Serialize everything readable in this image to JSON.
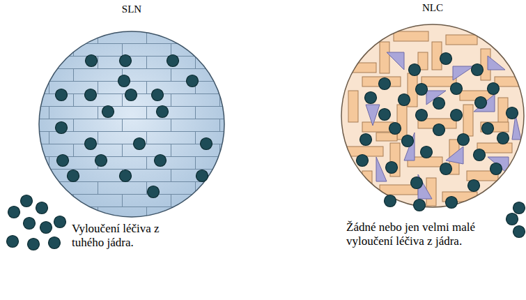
{
  "diagram": {
    "nodes": [
      {
        "text": [
          "SLN"
        ]
      },
      {
        "text": [
          "NLC"
        ]
      }
    ],
    "labels": [
      "Vyloučení léčiva z tuhého jádra.",
      "Žádné nebo jen velmi malé vyloučení léčiva z jádra."
    ]
  }
}
